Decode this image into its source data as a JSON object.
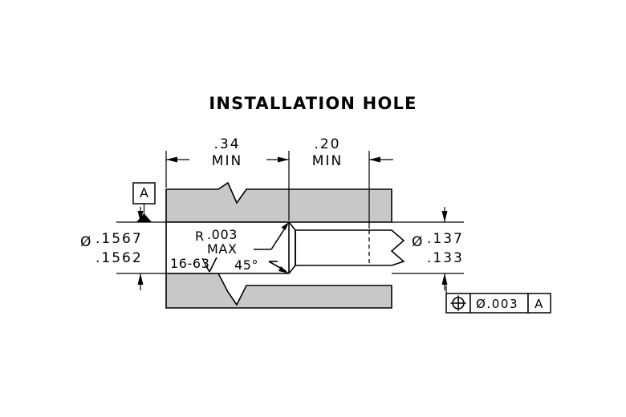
{
  "title": "INSTALLATION HOLE",
  "top_dimensions": [
    {
      "value": ".34",
      "qualifier": "MIN"
    },
    {
      "value": ".20",
      "qualifier": "MIN"
    }
  ],
  "left_dimension": {
    "diameter_symbol": "Ø",
    "upper_limit": ".1567",
    "lower_limit": ".1562"
  },
  "right_dimension": {
    "diameter_symbol": "Ø",
    "upper_limit": ".137",
    "lower_limit": ".133"
  },
  "notes": {
    "radius_label": "R",
    "radius_value": ".003",
    "radius_qualifier": "MAX",
    "surface_finish": "16-63",
    "chamfer_angle": "45°"
  },
  "datum": {
    "label": "A"
  },
  "feature_control_frame": {
    "symbol_name": "position-symbol",
    "tolerance": "Ø.003",
    "datum_reference": "A"
  },
  "colors": {
    "section_fill": "#c8c8c8",
    "line": "#000000",
    "background": "#ffffff"
  }
}
